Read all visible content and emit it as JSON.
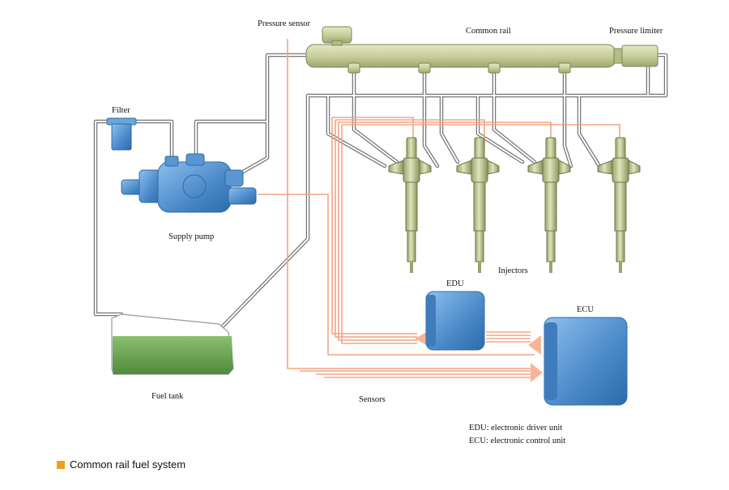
{
  "diagram": {
    "labels": {
      "pressure_sensor": "Pressure sensor",
      "common_rail": "Common rail",
      "pressure_limiter": "Pressure limiter",
      "filter": "Filter",
      "supply_pump": "Supply pump",
      "injectors": "Injectors",
      "edu": "EDU",
      "ecu": "ECU",
      "fuel_tank": "Fuel tank",
      "sensors": "Sensors"
    },
    "legend": {
      "edu_note": "EDU: electronic driver unit",
      "ecu_note": "ECU: electronic control unit"
    },
    "caption": "Common rail fuel system",
    "colors": {
      "pipe": "#7a7a7a",
      "signal": "#f0a080",
      "component_blue": "#4a88c8",
      "rail_green": "#c9d29a",
      "fuel_green": "#5f9a4a",
      "caption_square": "#f0a020"
    }
  }
}
